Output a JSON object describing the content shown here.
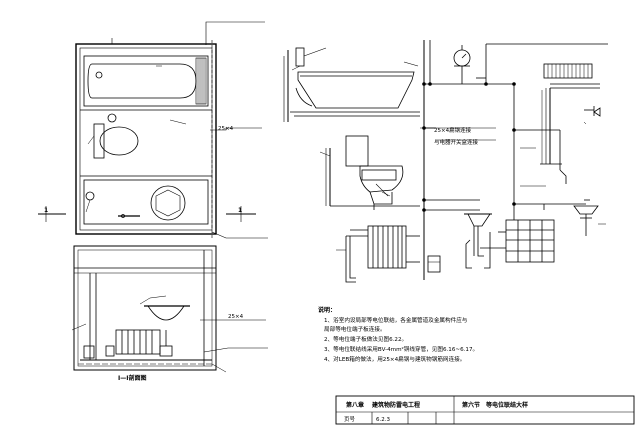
{
  "plan": {
    "dim_wall": "25×4",
    "section_mark": "1",
    "section_title": "Ⅰ—Ⅰ剖面图"
  },
  "section": {
    "dim_wall": "25×4"
  },
  "riser": {
    "flatbar_label": "25×4扁钢连接",
    "connect_label": "与电器开关盒连接"
  },
  "notes": {
    "heading": "说明：",
    "lines": [
      "1、浴室内设局部等电位联结，各金属管道及金属构件应与",
      "   局部等电位端子板连接。",
      "2、等电位端子板做法见图6.22。",
      "3、等电位联结线采用BV-4mm²铜线穿管，见图6.16~6.17。",
      "4、对LEB箱的做法，用25×4扁钢与建筑物钢筋网连接。"
    ]
  },
  "title_block": {
    "chapter": "第八章",
    "chapter_title": "建筑物防雷电工程",
    "section": "第六节",
    "section_title": "等电位联结大样",
    "page_label": "页号",
    "page_no": "6.2.3"
  }
}
